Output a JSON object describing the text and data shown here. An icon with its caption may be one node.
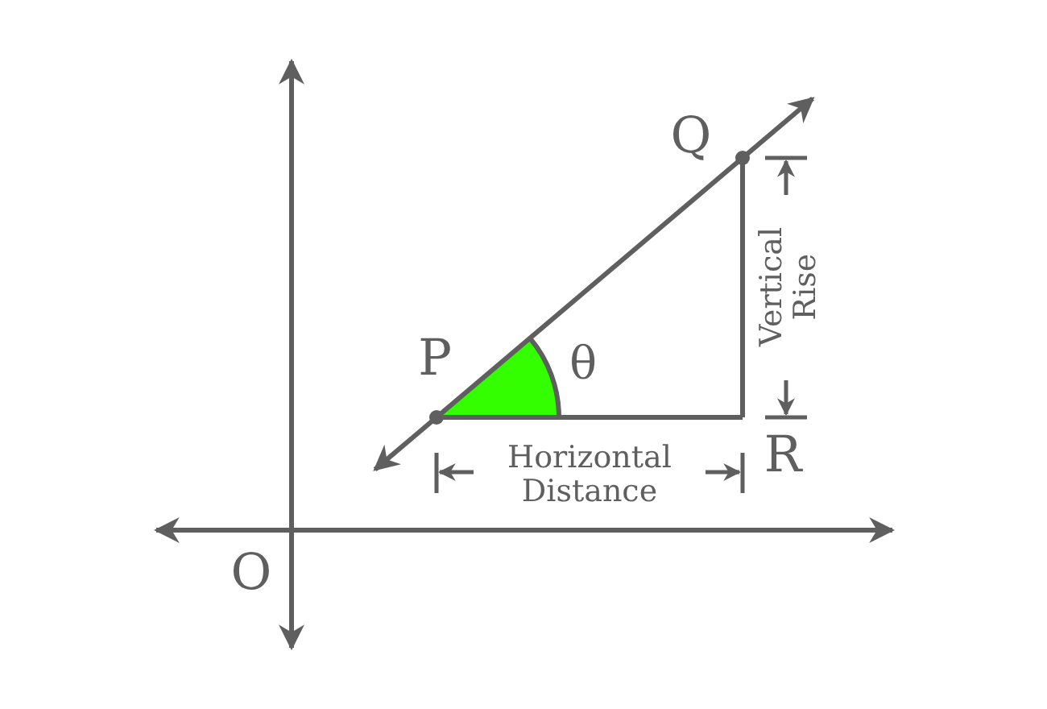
{
  "diagram": {
    "labels": [
      "Q",
      "P",
      "θ",
      "Vertical Rise",
      "R",
      "Horizontal Distance",
      "O"
    ]
  }
}
